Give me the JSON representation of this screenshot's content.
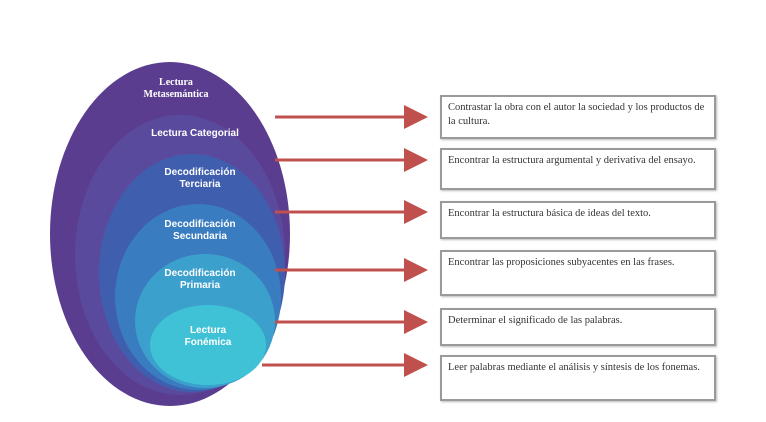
{
  "levels": [
    {
      "label": "Lectura Metasemántica",
      "color": "#5b3d8f",
      "description": "Contrastar la obra con el autor la sociedad y los productos de la cultura."
    },
    {
      "label": "Lectura Categorial",
      "color": "#5a4a9e",
      "description": "Encontrar la estructura argumental y derivativa del ensayo."
    },
    {
      "label": "Decodificación Terciaria",
      "color": "#3f5fae",
      "description": "Encontrar la estructura básica de ideas del texto."
    },
    {
      "label": "Decodificación Secundaria",
      "color": "#3a7cc0",
      "description": "Encontrar las proposiciones subyacentes en las frases."
    },
    {
      "label": "Decodificación Primaria",
      "color": "#3ca0cc",
      "description": "Determinar el significado de las palabras."
    },
    {
      "label": "Lectura Fonémica",
      "color": "#40c2d6",
      "description": "Leer palabras mediante el análisis y síntesis de los fonemas."
    }
  ],
  "arrow_color": "#c0504d"
}
